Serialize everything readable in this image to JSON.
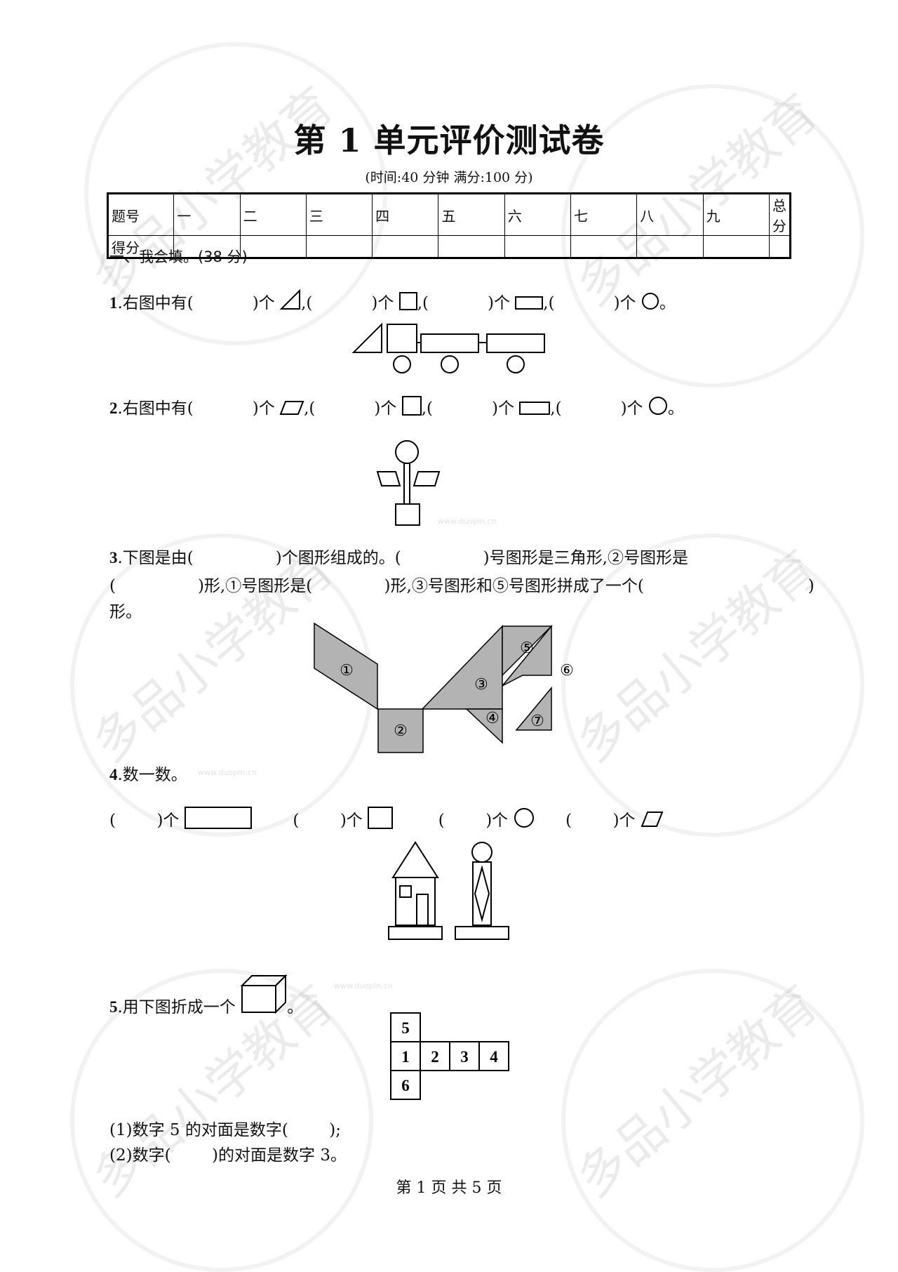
{
  "title": "第 1 单元评价测试卷",
  "subtitle": "(时间:40 分钟    满分:100 分)",
  "score_table": {
    "row1": [
      "题号",
      "一",
      "二",
      "三",
      "四",
      "五",
      "六",
      "七",
      "八",
      "九",
      "总分"
    ],
    "row2_label": "得分"
  },
  "section1": "一、我会填。(38 分)",
  "q1": {
    "num": "1",
    "prefix": ".右图中有(",
    "parts": [
      ")个",
      ",(",
      ")个",
      ",(",
      ")个",
      ",(",
      ")个",
      "。"
    ]
  },
  "q2": {
    "num": "2",
    "prefix": ".右图中有(",
    "parts": [
      ")个",
      ",(",
      ")个",
      ",(",
      ")个",
      ",(",
      ")个",
      "。"
    ]
  },
  "q3": {
    "num": "3",
    "line1": ".下图是由(                )个图形组成的。(                )号图形是三角形,②号图形是",
    "line2": "(                )形,①号图形是(              )形,③号图形和⑤号图形拼成了一个(                                )",
    "line3": "形。",
    "labels": [
      "①",
      "②",
      "③",
      "④",
      "⑤",
      "⑥",
      "⑦"
    ]
  },
  "q4": {
    "num": "4",
    "text": ".数一数。",
    "items": [
      "(        )个",
      "(        )个",
      "(        )个",
      "(        )个"
    ]
  },
  "q5": {
    "num": "5",
    "text": ".用下图折成一个",
    "end": "。",
    "net": [
      "5",
      "1",
      "2",
      "3",
      "4",
      "6"
    ],
    "sub1": "(1)数字 5 的对面是数字(        );",
    "sub2": "(2)数字(        )的对面是数字 3。"
  },
  "watermark": {
    "text": "多品小学教育",
    "url": "www.duopin.cn"
  },
  "footer": "第 1 页 共 5 页"
}
